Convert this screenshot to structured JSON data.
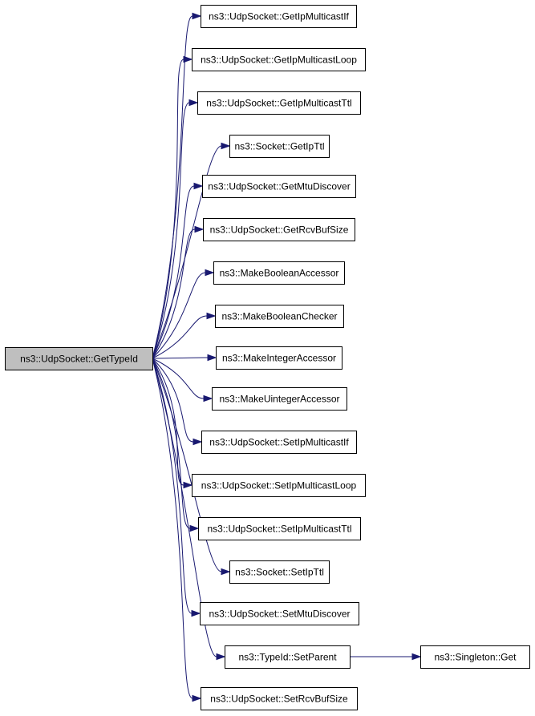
{
  "diagram": {
    "root": {
      "id": "root",
      "label": "ns3::UdpSocket::GetTypeId"
    },
    "nodes": [
      {
        "id": "n1",
        "label": "ns3::UdpSocket::GetIpMulticastIf"
      },
      {
        "id": "n2",
        "label": "ns3::UdpSocket::GetIpMulticastLoop"
      },
      {
        "id": "n3",
        "label": "ns3::UdpSocket::GetIpMulticastTtl"
      },
      {
        "id": "n4",
        "label": "ns3::Socket::GetIpTtl"
      },
      {
        "id": "n5",
        "label": "ns3::UdpSocket::GetMtuDiscover"
      },
      {
        "id": "n6",
        "label": "ns3::UdpSocket::GetRcvBufSize"
      },
      {
        "id": "n7",
        "label": "ns3::MakeBooleanAccessor"
      },
      {
        "id": "n8",
        "label": "ns3::MakeBooleanChecker"
      },
      {
        "id": "n9",
        "label": "ns3::MakeIntegerAccessor"
      },
      {
        "id": "n10",
        "label": "ns3::MakeUintegerAccessor"
      },
      {
        "id": "n11",
        "label": "ns3::UdpSocket::SetIpMulticastIf"
      },
      {
        "id": "n12",
        "label": "ns3::UdpSocket::SetIpMulticastLoop"
      },
      {
        "id": "n13",
        "label": "ns3::UdpSocket::SetIpMulticastTtl"
      },
      {
        "id": "n14",
        "label": "ns3::Socket::SetIpTtl"
      },
      {
        "id": "n15",
        "label": "ns3::UdpSocket::SetMtuDiscover"
      },
      {
        "id": "n16",
        "label": "ns3::TypeId::SetParent"
      },
      {
        "id": "n17",
        "label": "ns3::UdpSocket::SetRcvBufSize"
      },
      {
        "id": "n18",
        "label": "ns3::Singleton::Get"
      }
    ],
    "edges": [
      {
        "from": "root",
        "to": "n1"
      },
      {
        "from": "root",
        "to": "n2"
      },
      {
        "from": "root",
        "to": "n3"
      },
      {
        "from": "root",
        "to": "n4"
      },
      {
        "from": "root",
        "to": "n5"
      },
      {
        "from": "root",
        "to": "n6"
      },
      {
        "from": "root",
        "to": "n7"
      },
      {
        "from": "root",
        "to": "n8"
      },
      {
        "from": "root",
        "to": "n9"
      },
      {
        "from": "root",
        "to": "n10"
      },
      {
        "from": "root",
        "to": "n11"
      },
      {
        "from": "root",
        "to": "n12"
      },
      {
        "from": "root",
        "to": "n13"
      },
      {
        "from": "root",
        "to": "n14"
      },
      {
        "from": "root",
        "to": "n15"
      },
      {
        "from": "root",
        "to": "n16"
      },
      {
        "from": "root",
        "to": "n17"
      },
      {
        "from": "n16",
        "to": "n18"
      }
    ],
    "colors": {
      "edge": "#191970",
      "root_fill": "#bfbfbf",
      "node_fill": "#ffffff",
      "node_border": "#000000"
    }
  }
}
